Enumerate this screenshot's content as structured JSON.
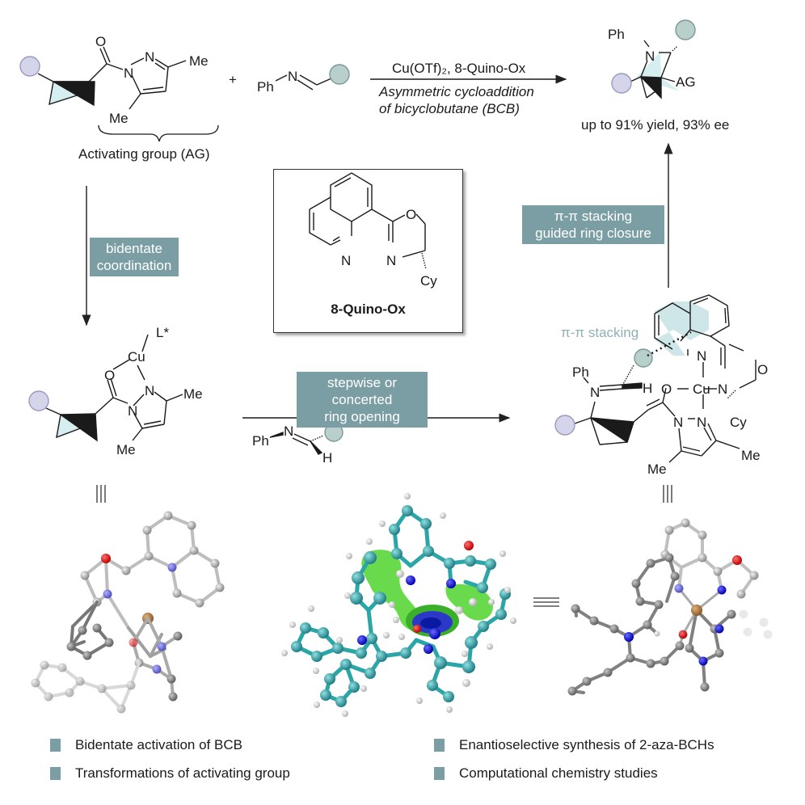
{
  "colors": {
    "box_fill": "#7a9ea4",
    "r1_sphere": "#d4d4ea",
    "r2_sphere": "#b9cfcc",
    "bcb_fill": "#d6eef0",
    "pi_text": "#8fb0b4"
  },
  "top_reaction": {
    "reactant_substituents": {
      "o": "O",
      "n1": "N",
      "n2": "N",
      "me_top": "Me",
      "me_bottom": "Me"
    },
    "activating_group_label": "Activating group (AG)",
    "plus": "+",
    "imine": {
      "ph": "Ph",
      "n": "N"
    },
    "conditions_top": "Cu(OTf)₂, 8-Quino-Ox",
    "conditions_bottom_1": "Asymmetric cycloaddition",
    "conditions_bottom_2": "of bicyclobutane (BCB)",
    "product": {
      "ph": "Ph",
      "n": "N",
      "ag": "AG"
    },
    "result": "up to 91% yield, 93% ee"
  },
  "steps": {
    "bidentate": [
      "bidentate",
      "coordination"
    ],
    "ring_opening": [
      "stepwise or concerted",
      "ring opening"
    ],
    "ring_closure": [
      "π-π stacking",
      "guided ring closure"
    ]
  },
  "ligand": {
    "name": "8-Quino-Ox",
    "atoms": {
      "o": "O",
      "n_quin": "N",
      "n_ox": "N",
      "cy": "Cy"
    }
  },
  "intermediate_left": {
    "l_star": "L*",
    "cu": "Cu",
    "o": "O",
    "n1": "N",
    "n2": "N",
    "me_top": "Me",
    "me_bottom": "Me"
  },
  "reagent_below_arrow": {
    "ph": "Ph",
    "n": "N",
    "h": "H"
  },
  "intermediate_right": {
    "pi_label": "π-π stacking",
    "ph": "Ph",
    "n_imine": "N",
    "h": "H",
    "o": "O",
    "cu": "Cu",
    "n_ox": "N",
    "o_ox": "O",
    "n_quin": "N",
    "n1": "N",
    "n2": "N",
    "cy": "Cy",
    "me_right": "Me",
    "me_left": "Me"
  },
  "equiv_symbol": "≡",
  "legend": [
    "Bidentate activation of BCB",
    "Transformations of activating group",
    "Enantioselective synthesis of 2-aza-BCHs",
    "Computational chemistry studies"
  ]
}
